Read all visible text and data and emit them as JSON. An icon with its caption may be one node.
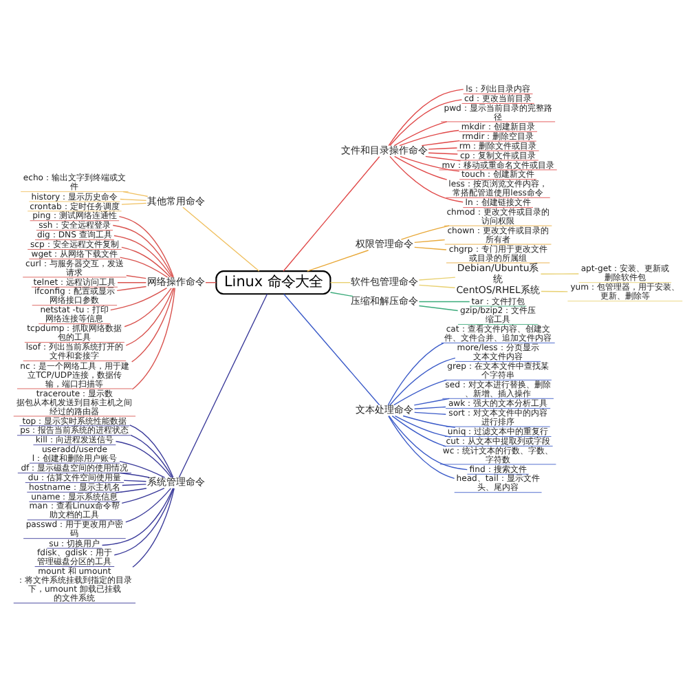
{
  "diagram": {
    "nodes": [
      {
        "text": [
          "Linux 命令大全"
        ]
      },
      {
        "text": [
          "文件和目录操作命令"
        ]
      },
      {
        "text": [
          "ls：列出目录内容"
        ]
      },
      {
        "text": [
          "cd：更改当前目录"
        ]
      },
      {
        "text": [
          "pwd：显示当前目录的完整路径"
        ]
      },
      {
        "text": [
          "mkdir：创建新目录"
        ]
      },
      {
        "text": [
          "rmdir：删除空目录"
        ]
      },
      {
        "text": [
          "rm：删除文件或目录"
        ]
      },
      {
        "text": [
          "cp：复制文件或目录"
        ]
      },
      {
        "text": [
          "mv：移动或重命名文件或目录"
        ]
      },
      {
        "text": [
          "touch：创建新文件"
        ]
      },
      {
        "text": [
          "less：按页浏览文件内容，常搭配管道使用less命令"
        ]
      },
      {
        "text": [
          "ln：创建链接文件"
        ]
      },
      {
        "text": [
          "权限管理命令"
        ]
      },
      {
        "text": [
          "chmod：更改文件或目录的访问权限"
        ]
      },
      {
        "text": [
          "chown：更改文件或目录的所有者"
        ]
      },
      {
        "text": [
          "chgrp：专门用于更改文件或目录的所属组"
        ]
      },
      {
        "text": [
          "软件包管理命令"
        ]
      },
      {
        "text": [
          "Debian/Ubuntu系统"
        ]
      },
      {
        "text": [
          "apt-get：安装、更新或删除软件包"
        ]
      },
      {
        "text": [
          "CentOS/RHEL系统"
        ]
      },
      {
        "text": [
          "yum：包管理器，用于安装、更新、删除等"
        ]
      },
      {
        "text": [
          "压缩和解压命令"
        ]
      },
      {
        "text": [
          "tar：文件打包"
        ]
      },
      {
        "text": [
          "gzip/bzip2：文件压缩工具"
        ]
      },
      {
        "text": [
          "文本处理命令"
        ]
      },
      {
        "text": [
          "cat：查看文件内容、创建文件、文件合并、追加文件内容"
        ]
      },
      {
        "text": [
          "more/less：分页显示文本文件内容"
        ]
      },
      {
        "text": [
          "grep：在文本文件中查找某个字符串"
        ]
      },
      {
        "text": [
          "sed：对文本进行替换、删除、新增、插入操作"
        ]
      },
      {
        "text": [
          "awk：强大的文本分析工具"
        ]
      },
      {
        "text": [
          "sort：对文本文件中的内容进行排序"
        ]
      },
      {
        "text": [
          "uniq：过滤文本中的重复行"
        ]
      },
      {
        "text": [
          "cut：从文本中提取列或字段"
        ]
      },
      {
        "text": [
          "wc：统计文本的行数、字数、字符数"
        ]
      },
      {
        "text": [
          "find：搜索文件"
        ]
      },
      {
        "text": [
          "head、tail：显示文件头、尾内容"
        ]
      },
      {
        "text": [
          "其他常用命令"
        ]
      },
      {
        "text": [
          "echo：输出文字到终端或文件"
        ]
      },
      {
        "text": [
          "history：显示历史命令"
        ]
      },
      {
        "text": [
          "crontab：定时任务调度"
        ]
      },
      {
        "text": [
          "网络操作命令"
        ]
      },
      {
        "text": [
          "ping：测试网络连通性"
        ]
      },
      {
        "text": [
          "ssh：安全远程登录"
        ]
      },
      {
        "text": [
          "dig：DNS 查询工具"
        ]
      },
      {
        "text": [
          "scp：安全远程文件复制"
        ]
      },
      {
        "text": [
          "wget：从网络下载文件"
        ]
      },
      {
        "text": [
          "curl：与服务器交互，发送请求"
        ]
      },
      {
        "text": [
          "telnet：远程访问工具"
        ]
      },
      {
        "text": [
          "ifconfig：配置或显示网络接口参数"
        ]
      },
      {
        "text": [
          "netstat -tu：打印网络连接等信息"
        ]
      },
      {
        "text": [
          "tcpdump：抓取网络数据包的工具"
        ]
      },
      {
        "text": [
          "lsof：列出当前系统打开的文件和套接字"
        ]
      },
      {
        "text": [
          "nc：是一个网络工具，用于建立TCP/UDP连接，数据传输，端口扫描等"
        ]
      },
      {
        "text": [
          "traceroute：显示数据包从本机发送到目标主机之间经过的路由器"
        ]
      },
      {
        "text": [
          "系统管理命令"
        ]
      },
      {
        "text": [
          "top：显示实时系统性能数据"
        ]
      },
      {
        "text": [
          "ps：报告当前系统的进程状态"
        ]
      },
      {
        "text": [
          "kill：向进程发送信号"
        ]
      },
      {
        "text": [
          "useradd/userdel：创建和删除用户账号"
        ]
      },
      {
        "text": [
          "df：显示磁盘空间的使用情况"
        ]
      },
      {
        "text": [
          "du：估算文件空间使用量"
        ]
      },
      {
        "text": [
          "hostname：显示主机名"
        ]
      },
      {
        "text": [
          "uname：显示系统信息"
        ]
      },
      {
        "text": [
          "man：查看Linux命令帮助文档的工具"
        ]
      },
      {
        "text": [
          "passwd：用于更改用户密码"
        ]
      },
      {
        "text": [
          "su：切换用户"
        ]
      },
      {
        "text": [
          "fdisk、gdisk：用于管理磁盘分区的工具"
        ]
      },
      {
        "text": [
          "mount 和 umount：将文件系统挂载到指定的目录下，umount 卸载已挂载的文件系统"
        ]
      }
    ],
    "edges": [
      {
        "from": 0,
        "to": 1,
        "arrow": "none",
        "color": "#e04848"
      },
      {
        "from": 1,
        "to": 2,
        "arrow": "none",
        "color": "#e04848"
      },
      {
        "from": 1,
        "to": 3,
        "arrow": "none",
        "color": "#e04848"
      },
      {
        "from": 1,
        "to": 4,
        "arrow": "none",
        "color": "#e04848"
      },
      {
        "from": 1,
        "to": 5,
        "arrow": "none",
        "color": "#e04848"
      },
      {
        "from": 1,
        "to": 6,
        "arrow": "none",
        "color": "#e04848"
      },
      {
        "from": 1,
        "to": 7,
        "arrow": "none",
        "color": "#e04848"
      },
      {
        "from": 1,
        "to": 8,
        "arrow": "none",
        "color": "#e04848"
      },
      {
        "from": 1,
        "to": 9,
        "arrow": "none",
        "color": "#e04848"
      },
      {
        "from": 1,
        "to": 10,
        "arrow": "none",
        "color": "#e04848"
      },
      {
        "from": 1,
        "to": 11,
        "arrow": "none",
        "color": "#e04848"
      },
      {
        "from": 1,
        "to": 12,
        "arrow": "none",
        "color": "#e04848"
      },
      {
        "from": 0,
        "to": 13,
        "arrow": "none",
        "color": "#e8a838"
      },
      {
        "from": 13,
        "to": 14,
        "arrow": "none",
        "color": "#e8a838"
      },
      {
        "from": 13,
        "to": 15,
        "arrow": "none",
        "color": "#e8a838"
      },
      {
        "from": 13,
        "to": 16,
        "arrow": "none",
        "color": "#e8a838"
      },
      {
        "from": 0,
        "to": 17,
        "arrow": "none",
        "color": "#e8d070"
      },
      {
        "from": 17,
        "to": 18,
        "arrow": "none",
        "color": "#e8d070"
      },
      {
        "from": 18,
        "to": 19,
        "arrow": "none",
        "color": "#e8d070"
      },
      {
        "from": 17,
        "to": 20,
        "arrow": "none",
        "color": "#e8d070"
      },
      {
        "from": 20,
        "to": 21,
        "arrow": "none",
        "color": "#e8d070"
      },
      {
        "from": 0,
        "to": 22,
        "arrow": "none",
        "color": "#3aaa7a"
      },
      {
        "from": 22,
        "to": 23,
        "arrow": "none",
        "color": "#3aaa7a"
      },
      {
        "from": 22,
        "to": 24,
        "arrow": "none",
        "color": "#3aaa7a"
      },
      {
        "from": 0,
        "to": 25,
        "arrow": "none",
        "color": "#3a5ac8"
      },
      {
        "from": 25,
        "to": 26,
        "arrow": "none",
        "color": "#3a5ac8"
      },
      {
        "from": 25,
        "to": 27,
        "arrow": "none",
        "color": "#3a5ac8"
      },
      {
        "from": 25,
        "to": 28,
        "arrow": "none",
        "color": "#3a5ac8"
      },
      {
        "from": 25,
        "to": 29,
        "arrow": "none",
        "color": "#3a5ac8"
      },
      {
        "from": 25,
        "to": 30,
        "arrow": "none",
        "color": "#3a5ac8"
      },
      {
        "from": 25,
        "to": 31,
        "arrow": "none",
        "color": "#3a5ac8"
      },
      {
        "from": 25,
        "to": 32,
        "arrow": "none",
        "color": "#3a5ac8"
      },
      {
        "from": 25,
        "to": 33,
        "arrow": "none",
        "color": "#3a5ac8"
      },
      {
        "from": 25,
        "to": 34,
        "arrow": "none",
        "color": "#3a5ac8"
      },
      {
        "from": 25,
        "to": 35,
        "arrow": "none",
        "color": "#3a5ac8"
      },
      {
        "from": 25,
        "to": 36,
        "arrow": "none",
        "color": "#3a5ac8"
      },
      {
        "from": 0,
        "to": 37,
        "arrow": "none",
        "color": "#f0c060"
      },
      {
        "from": 37,
        "to": 38,
        "arrow": "none",
        "color": "#f0c060"
      },
      {
        "from": 37,
        "to": 39,
        "arrow": "none",
        "color": "#f0c060"
      },
      {
        "from": 37,
        "to": 40,
        "arrow": "none",
        "color": "#f0c060"
      },
      {
        "from": 0,
        "to": 41,
        "arrow": "none",
        "color": "#d9534f"
      },
      {
        "from": 41,
        "to": 42,
        "arrow": "none",
        "color": "#d9534f"
      },
      {
        "from": 41,
        "to": 43,
        "arrow": "none",
        "color": "#d9534f"
      },
      {
        "from": 41,
        "to": 44,
        "arrow": "none",
        "color": "#d9534f"
      },
      {
        "from": 41,
        "to": 45,
        "arrow": "none",
        "color": "#d9534f"
      },
      {
        "from": 41,
        "to": 46,
        "arrow": "none",
        "color": "#d9534f"
      },
      {
        "from": 41,
        "to": 47,
        "arrow": "none",
        "color": "#d9534f"
      },
      {
        "from": 41,
        "to": 48,
        "arrow": "none",
        "color": "#d9534f"
      },
      {
        "from": 41,
        "to": 49,
        "arrow": "none",
        "color": "#d9534f"
      },
      {
        "from": 41,
        "to": 50,
        "arrow": "none",
        "color": "#d9534f"
      },
      {
        "from": 41,
        "to": 51,
        "arrow": "none",
        "color": "#d9534f"
      },
      {
        "from": 41,
        "to": 52,
        "arrow": "none",
        "color": "#d9534f"
      },
      {
        "from": 41,
        "to": 53,
        "arrow": "none",
        "color": "#d9534f"
      },
      {
        "from": 41,
        "to": 54,
        "arrow": "none",
        "color": "#d9534f"
      },
      {
        "from": 0,
        "to": 55,
        "arrow": "none",
        "color": "#3a3a9a"
      },
      {
        "from": 55,
        "to": 56,
        "arrow": "none",
        "color": "#3a3a9a"
      },
      {
        "from": 55,
        "to": 57,
        "arrow": "none",
        "color": "#3a3a9a"
      },
      {
        "from": 55,
        "to": 58,
        "arrow": "none",
        "color": "#3a3a9a"
      },
      {
        "from": 55,
        "to": 59,
        "arrow": "none",
        "color": "#3a3a9a"
      },
      {
        "from": 55,
        "to": 60,
        "arrow": "none",
        "color": "#3a3a9a"
      },
      {
        "from": 55,
        "to": 61,
        "arrow": "none",
        "color": "#3a3a9a"
      },
      {
        "from": 55,
        "to": 62,
        "arrow": "none",
        "color": "#3a3a9a"
      },
      {
        "from": 55,
        "to": 63,
        "arrow": "none",
        "color": "#3a3a9a"
      },
      {
        "from": 55,
        "to": 64,
        "arrow": "none",
        "color": "#3a3a9a"
      },
      {
        "from": 55,
        "to": 65,
        "arrow": "none",
        "color": "#3a3a9a"
      },
      {
        "from": 55,
        "to": 66,
        "arrow": "none",
        "color": "#3a3a9a"
      },
      {
        "from": 55,
        "to": 67,
        "arrow": "none",
        "color": "#3a3a9a"
      },
      {
        "from": 55,
        "to": 68,
        "arrow": "none",
        "color": "#3a3a9a"
      }
    ]
  }
}
